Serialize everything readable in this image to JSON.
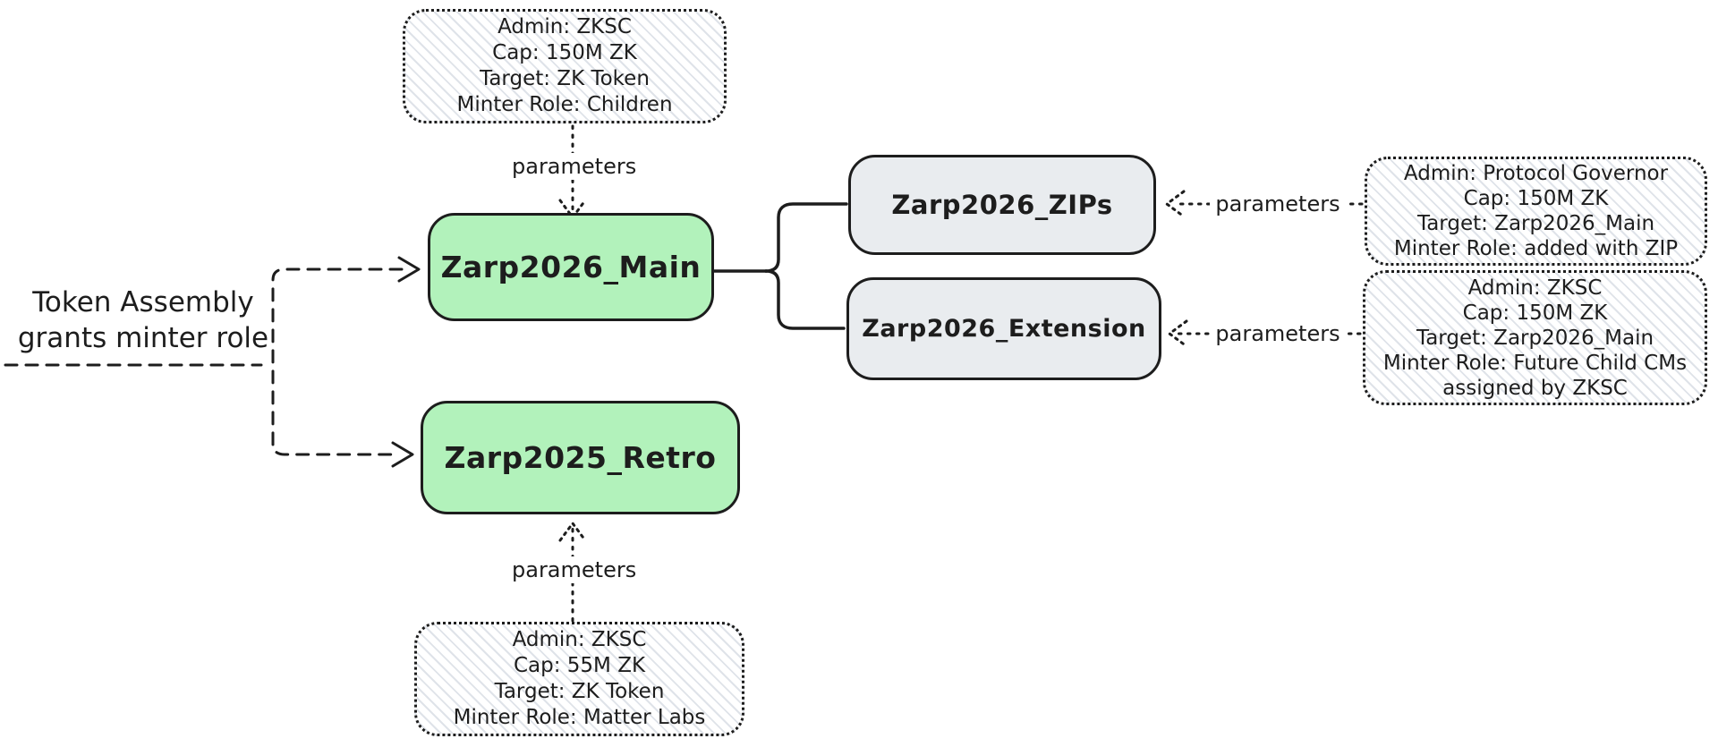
{
  "diagram": {
    "type": "token-minter-role-flowchart",
    "background": "#ffffff"
  },
  "colors": {
    "stroke": "#1d1d1d",
    "green_node_fill": "#b2f2bb",
    "gray_node_fill": "#e9ecef",
    "hatch_stripe": "#dfe3e9"
  },
  "nodes": {
    "main": "Zarp2026_Main",
    "retro": "Zarp2025_Retro",
    "zips": "Zarp2026_ZIPs",
    "extension": "Zarp2026_Extension"
  },
  "param_boxes": {
    "main": {
      "lines": [
        "Admin: ZKSC",
        "Cap: 150M ZK",
        "Target: ZK Token",
        "Minter Role: Children"
      ]
    },
    "retro": {
      "lines": [
        "Admin: ZKSC",
        "Cap: 55M ZK",
        "Target: ZK Token",
        "Minter Role: Matter Labs"
      ]
    },
    "zips": {
      "lines": [
        "Admin: Protocol Governor",
        "Cap: 150M ZK",
        "Target: Zarp2026_Main",
        "Minter Role: added with ZIP"
      ]
    },
    "extension": {
      "lines": [
        "Admin: ZKSC",
        "Cap: 150M ZK",
        "Target: Zarp2026_Main",
        "Minter Role: Future Child CMs assigned by ZKSC"
      ]
    }
  },
  "labels": {
    "parameters": "parameters"
  },
  "annotation": {
    "line1": "Token Assembly",
    "line2": "grants minter role"
  }
}
